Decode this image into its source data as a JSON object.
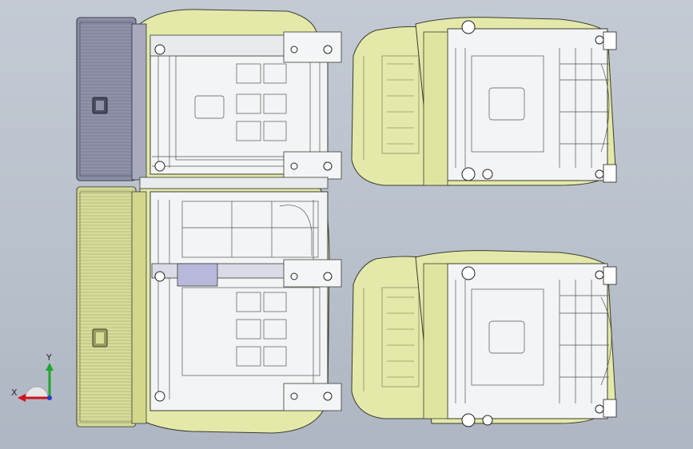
{
  "scene": {
    "model": "seat-assembly-top-view",
    "colors": {
      "background_top": "#c3cad4",
      "background_bottom": "#aeb6c3",
      "seat_body": "#e4e9aa",
      "seat_cushion_shade": "#d6dc8a",
      "armrest_dark": "#8f91a8",
      "armrest_light": "#d7dc97",
      "frame_white": "#f2f4f6",
      "mechanism_gray": "#c8cccf",
      "outline": "#3a3d2e",
      "axis_x": "#d0121b",
      "axis_y": "#1fa52a",
      "axis_z": "#1f3fd0"
    }
  },
  "triad": {
    "x_label": "X",
    "y_label": "Y"
  }
}
